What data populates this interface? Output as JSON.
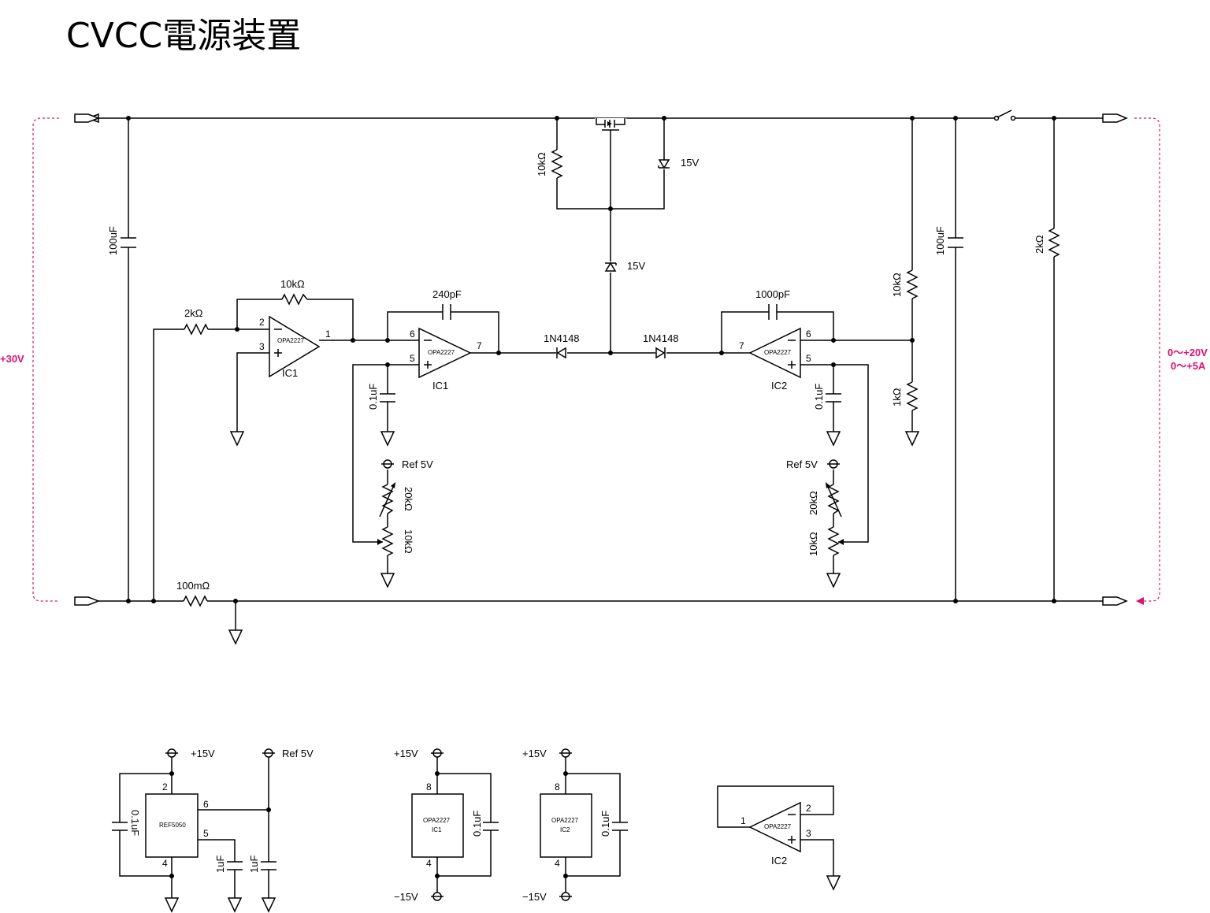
{
  "title": "CVCC電源装置",
  "input_label": "+30V",
  "output_voltage_label": "0〜+20V",
  "output_current_label": "0〜+5A",
  "components": {
    "c_in": "100uF",
    "c_out": "100uF",
    "r_out": "2kΩ",
    "r_gate": "10kΩ",
    "zener_gate": "15V",
    "zener_mid": "15V",
    "r_sense": "100mΩ",
    "r_in": "2kΩ",
    "r_fb": "10kΩ",
    "c_ic1": "240pF",
    "c_ic2": "1000pF",
    "d1": "1N4148",
    "d2": "1N4148",
    "r_div_top": "10kΩ",
    "r_div_bot": "1kΩ",
    "c_ic1_ref": "0.1uF",
    "c_ic2_ref": "0.1uF",
    "ref1": "Ref 5V",
    "ref2": "Ref 5V",
    "vr1_a": "20kΩ",
    "vr1_b": "10kΩ",
    "vr2_a": "20kΩ",
    "vr2_b": "10kΩ"
  },
  "opamps": {
    "u1a": {
      "part": "OPA2227",
      "name": "IC1",
      "pin_minus": "2",
      "pin_plus": "3",
      "pin_out": "1"
    },
    "u1b": {
      "part": "OPA2227",
      "name": "IC1",
      "pin_minus": "6",
      "pin_plus": "5",
      "pin_out": "7"
    },
    "u2b": {
      "part": "OPA2227",
      "name": "IC2",
      "pin_minus": "6",
      "pin_plus": "5",
      "pin_out": "7"
    },
    "u2a": {
      "part": "OPA2227",
      "name": "IC2",
      "pin_minus": "2",
      "pin_plus": "3",
      "pin_out": "1"
    }
  },
  "power_section": {
    "ref_ic": "REF5050",
    "ref_vin": "+15V",
    "ref_vout": "Ref 5V",
    "ref_pin_in": "2",
    "ref_pin_out": "6",
    "ref_pin_trim": "5",
    "ref_pin_gnd": "4",
    "ref_c_in": "0.1uF",
    "ref_c_trim": "1uF",
    "ref_c_out": "1uF",
    "ic1_pos": "+15V",
    "ic1_neg": "−15V",
    "ic1_part": "OPA2227",
    "ic1_name": "IC1",
    "ic1_pin_pos": "8",
    "ic1_pin_neg": "4",
    "ic1_cap": "0.1uF",
    "ic2_pos": "+15V",
    "ic2_neg": "−15V",
    "ic2_part": "OPA2227",
    "ic2_name": "IC2",
    "ic2_pin_pos": "8",
    "ic2_pin_neg": "4",
    "ic2_cap": "0.1uF"
  },
  "colors": {
    "accent": "#e0106e",
    "wire": "#000000",
    "background": "#ffffff"
  }
}
